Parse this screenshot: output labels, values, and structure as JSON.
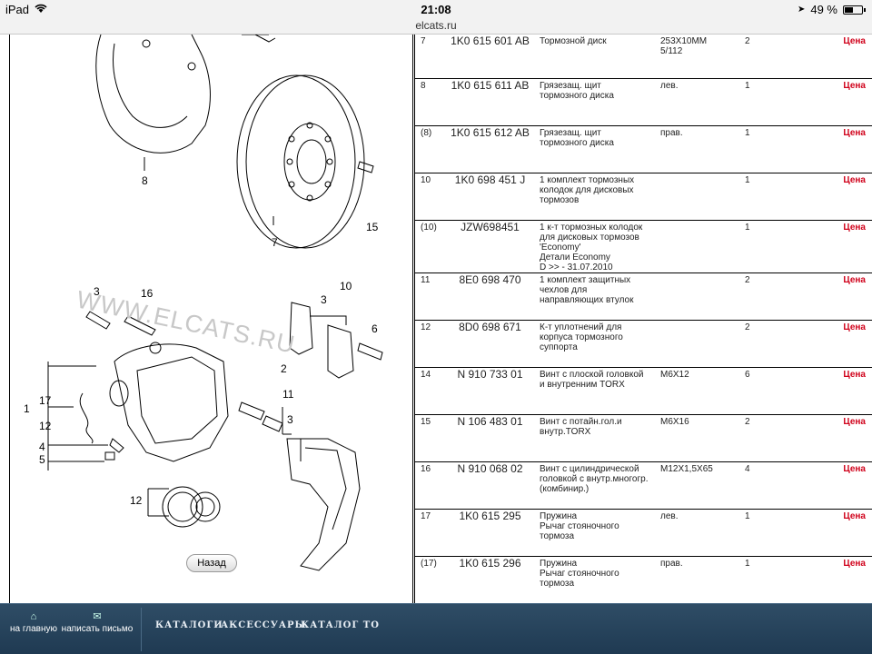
{
  "statusbar": {
    "device": "iPad",
    "time": "21:08",
    "battery": "49 %",
    "battery_level": 0.49
  },
  "url": "elcats.ru",
  "diagram": {
    "watermark": "WWW.ELCATS.RU",
    "labels": [
      "8",
      "7",
      "15",
      "3",
      "16",
      "10",
      "3",
      "6",
      "2",
      "11",
      "3",
      "1",
      "17",
      "12",
      "4",
      "5",
      "12"
    ],
    "back_label": "Назад"
  },
  "parts": [
    {
      "pos": "7",
      "number": "1K0 615 601 AB",
      "name": "Тормозной диск",
      "note": "253X10MM\n5/112",
      "qty": "2",
      "price": "Цена"
    },
    {
      "pos": "8",
      "number": "1K0 615 611 AB",
      "name": "Грязезащ. щит\nтормозного диска",
      "note": "лев.",
      "qty": "1",
      "price": "Цена"
    },
    {
      "pos": "(8)",
      "number": "1K0 615 612 AB",
      "name": "Грязезащ. щит\nтормозного диска",
      "note": "прав.",
      "qty": "1",
      "price": "Цена"
    },
    {
      "pos": "10",
      "number": "1K0 698 451 J",
      "name": "1 комплект тормозных\nколодок для дисковых\nтормозов",
      "note": "",
      "qty": "1",
      "price": "Цена"
    },
    {
      "pos": "(10)",
      "number": "JZW698451",
      "name": "1 к-т тормозных колодок\nдля дисковых тормозов\n'Economy'\nДетали Economy\nD >> - 31.07.2010",
      "note": "",
      "qty": "1",
      "price": "Цена"
    },
    {
      "pos": "11",
      "number": "8E0 698 470",
      "name": "1 комплект защитных\nчехлов для\nнаправляющих втулок",
      "note": "",
      "qty": "2",
      "price": "Цена"
    },
    {
      "pos": "12",
      "number": "8D0 698 671",
      "name": "К-т уплотнений для\nкорпуса тормозного\nсуппорта",
      "note": "",
      "qty": "2",
      "price": "Цена"
    },
    {
      "pos": "14",
      "number": "N 910 733 01",
      "name": "Винт с плоской головкой\nи внутренним TORX",
      "note": "M6X12",
      "qty": "6",
      "price": "Цена"
    },
    {
      "pos": "15",
      "number": "N 106 483 01",
      "name": "Винт с потайн.гол.и\nвнутр.TORX",
      "note": "M6X16",
      "qty": "2",
      "price": "Цена"
    },
    {
      "pos": "16",
      "number": "N 910 068 02",
      "name": "Винт с цилиндрической\nголовкой с внутр.многогр.\n(комбинир.)",
      "note": "M12X1,5X65",
      "qty": "4",
      "price": "Цена"
    },
    {
      "pos": "17",
      "number": "1K0 615 295",
      "name": "Пружина\nРычаг стояночного\nтормоза",
      "note": "лев.",
      "qty": "1",
      "price": "Цена"
    },
    {
      "pos": "(17)",
      "number": "1K0 615 296",
      "name": "Пружина\nРычаг стояночного\nтормоза",
      "note": "прав.",
      "qty": "1",
      "price": "Цена"
    }
  ],
  "footer": {
    "home_label": "на главную",
    "mail_label": "написать письмо",
    "links": [
      "КАТАЛОГИ",
      "АКСЕССУАРЫ",
      "КАТАЛОГ ТО"
    ]
  },
  "colors": {
    "price": "#d0021b",
    "footer": "#2a4760"
  }
}
